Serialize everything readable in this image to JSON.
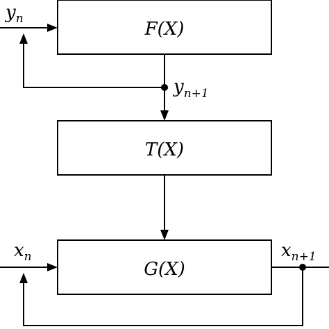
{
  "blocks": {
    "f": {
      "label": "F(X)"
    },
    "t": {
      "label": "T(X)"
    },
    "g": {
      "label": "G(X)"
    }
  },
  "signals": {
    "y_in": {
      "base": "y",
      "sub": "n"
    },
    "y_out": {
      "base": "y",
      "sub": "n+1"
    },
    "x_in": {
      "base": "x",
      "sub": "n"
    },
    "x_out": {
      "base": "x",
      "sub": "n+1"
    }
  }
}
